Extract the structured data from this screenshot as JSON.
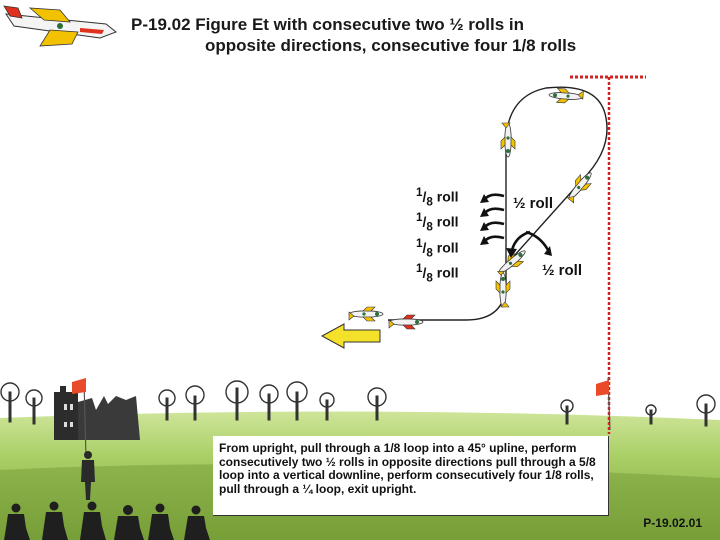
{
  "title": {
    "code": "P-19.02",
    "line1_rest": "Figure Et with consecutive two ½ rolls in",
    "line2": "opposite directions, consecutive four 1/8 rolls"
  },
  "labels": {
    "half_roll_upper": "½ roll",
    "half_roll_lower": "½ roll",
    "eighth_rolls": [
      {
        "num": "1",
        "den": "8",
        "word": "roll"
      },
      {
        "num": "1",
        "den": "8",
        "word": "roll"
      },
      {
        "num": "1",
        "den": "8",
        "word": "roll"
      },
      {
        "num": "1",
        "den": "8",
        "word": "roll"
      }
    ]
  },
  "description": "From upright, pull through a 1/8 loop into a 45° upline, perform consecutively two ½ rolls in opposite directions pull through a 5/8 loop into a vertical downline, perform consecutively four 1/8 rolls, pull through a ¼ loop, exit upright.",
  "page_code": "P-19.02.01",
  "colors": {
    "sky": "#ffffff",
    "grass_light": "#b7d97a",
    "grass_dark": "#7fa63f",
    "path": "#222222",
    "plane_body": "#f2f2f2",
    "plane_accent": "#f2c200",
    "plane_red": "#e0301e",
    "arrow_yellow": "#f5e02a",
    "judge_line": "#d22222",
    "flag": "#e84a2a"
  },
  "icons": [
    "plane-logo-icon",
    "aircraft-icon",
    "entry-arrow-icon",
    "roll-arrow-icon",
    "flag-icon",
    "castle-icon",
    "tree-icon",
    "spectator-icon",
    "pilot-icon"
  ]
}
